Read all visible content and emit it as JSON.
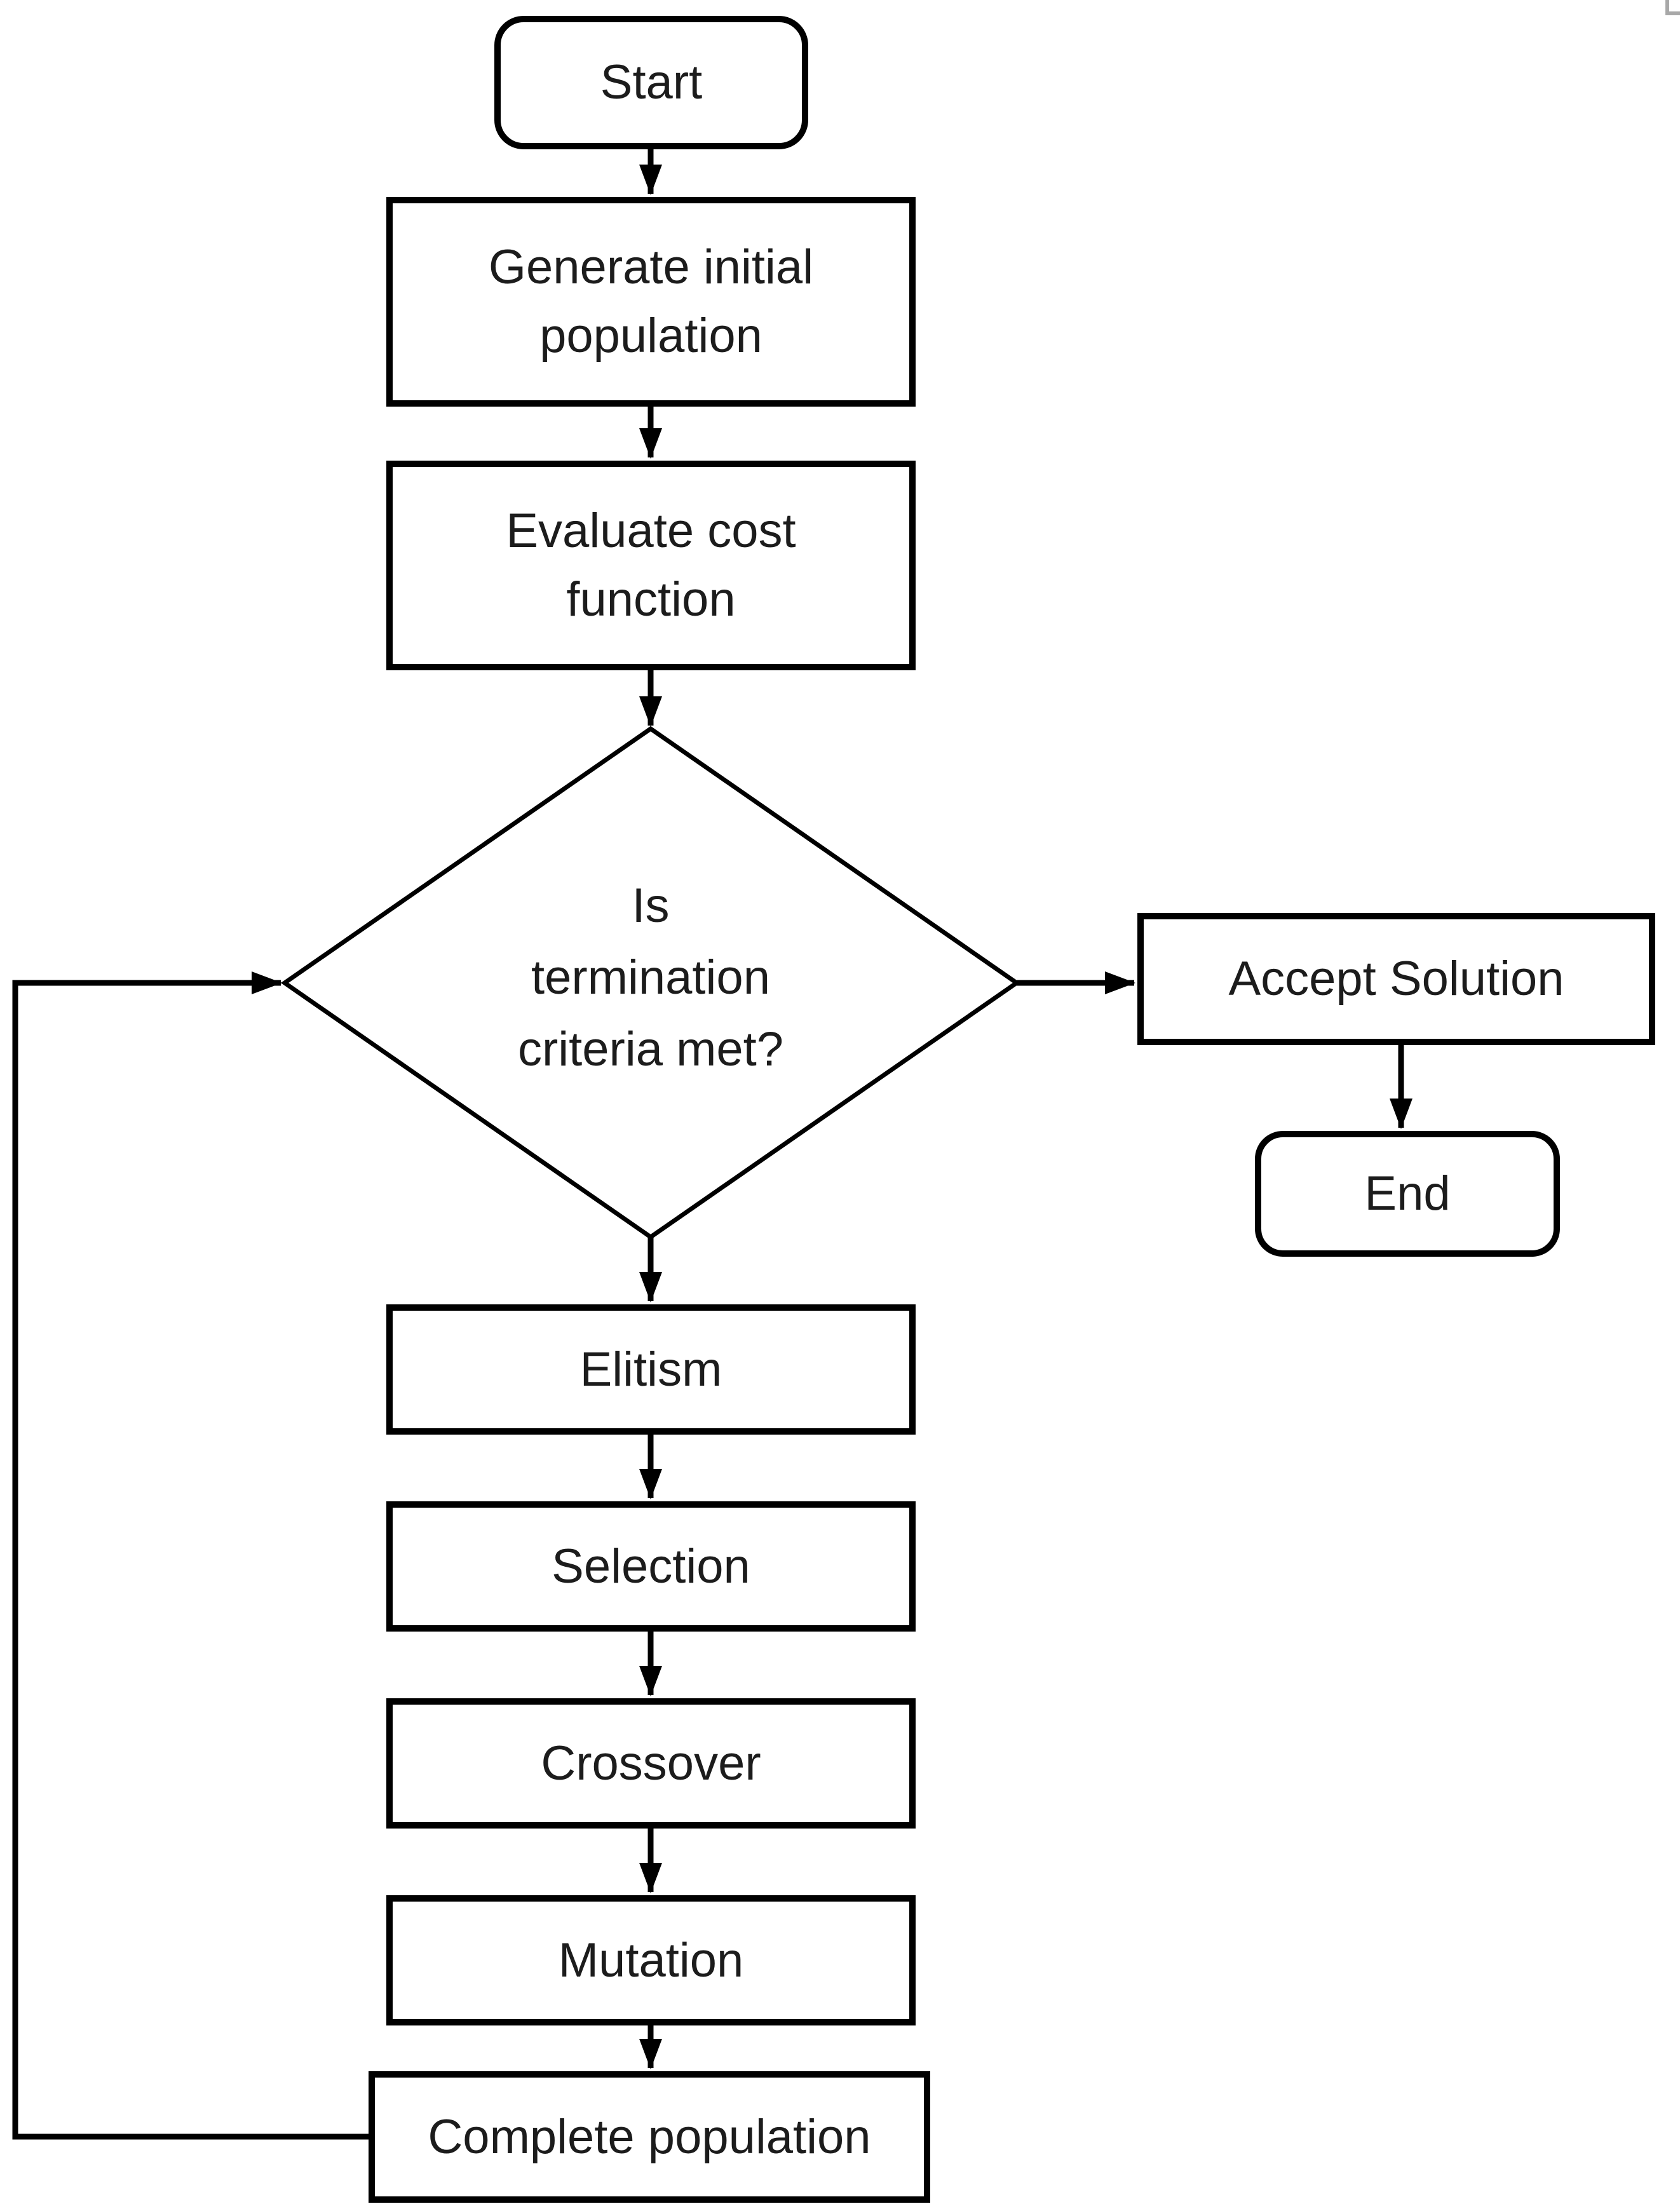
{
  "page": {
    "background_color": "#ffffff",
    "shape_line_color": "#000000",
    "text_color": "#1c1c1c",
    "corner_mark_color": "#a8a8a8"
  },
  "flowchart": {
    "type": "flowchart",
    "nodes": {
      "start": {
        "shape": "terminator",
        "label": "Start"
      },
      "generate_initial_population": {
        "shape": "process",
        "label": "Generate initial population",
        "lines": [
          "Generate initial",
          "population"
        ]
      },
      "evaluate_cost_function": {
        "shape": "process",
        "label": "Evaluate cost function",
        "lines": [
          "Evaluate cost",
          "function"
        ]
      },
      "termination_decision": {
        "shape": "decision",
        "label": "Is termination criteria met?",
        "lines": [
          "Is",
          "termination",
          "criteria met?"
        ]
      },
      "accept_solution": {
        "shape": "process",
        "label": "Accept Solution"
      },
      "end": {
        "shape": "terminator",
        "label": "End"
      },
      "elitism": {
        "shape": "process",
        "label": "Elitism"
      },
      "selection": {
        "shape": "process",
        "label": "Selection"
      },
      "crossover": {
        "shape": "process",
        "label": "Crossover"
      },
      "mutation": {
        "shape": "process",
        "label": "Mutation"
      },
      "complete_population": {
        "shape": "process",
        "label": "Complete population"
      }
    },
    "edges": [
      {
        "from": "start",
        "to": "generate_initial_population"
      },
      {
        "from": "generate_initial_population",
        "to": "evaluate_cost_function"
      },
      {
        "from": "evaluate_cost_function",
        "to": "termination_decision"
      },
      {
        "from": "termination_decision",
        "to": "accept_solution"
      },
      {
        "from": "accept_solution",
        "to": "end"
      },
      {
        "from": "termination_decision",
        "to": "elitism"
      },
      {
        "from": "elitism",
        "to": "selection"
      },
      {
        "from": "selection",
        "to": "crossover"
      },
      {
        "from": "crossover",
        "to": "mutation"
      },
      {
        "from": "mutation",
        "to": "complete_population"
      },
      {
        "from": "complete_population",
        "to": "termination_decision",
        "kind": "loop-back"
      }
    ]
  }
}
